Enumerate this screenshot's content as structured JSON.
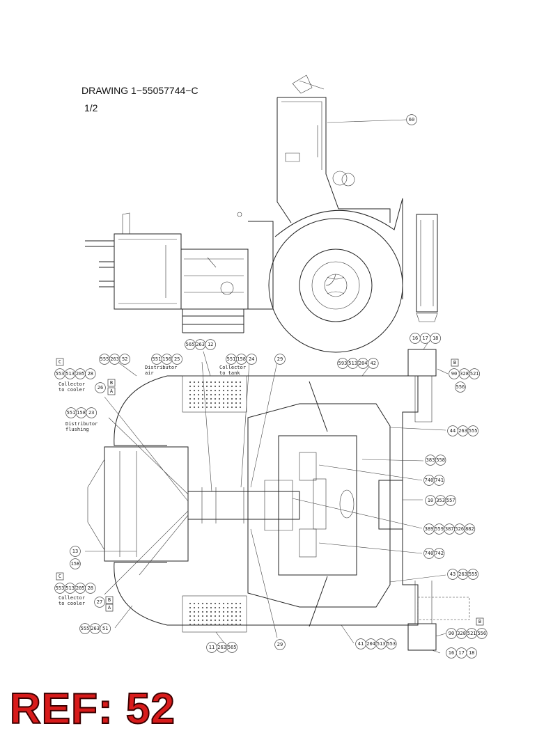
{
  "drawing": {
    "title": "DRAWING 1−55057744−C",
    "sheet": "1/2"
  },
  "ref_badge": "REF: 52",
  "colors": {
    "ref_fill": "#d81b1b",
    "line": "#222222"
  },
  "callout_groups": [
    {
      "id": "g60",
      "items": [
        "60"
      ]
    },
    {
      "id": "g565-263-12",
      "items": [
        "565",
        "263",
        "12"
      ]
    },
    {
      "id": "g555-263-52",
      "items": [
        "555",
        "263",
        "52"
      ]
    },
    {
      "id": "g551-156-25",
      "items": [
        "551",
        "156",
        "25"
      ]
    },
    {
      "id": "g551-158-24",
      "items": [
        "551",
        "158",
        "24"
      ]
    },
    {
      "id": "g29-top",
      "items": [
        "29"
      ]
    },
    {
      "id": "g553-513-205-28-top",
      "items": [
        "553",
        "513",
        "205",
        "28"
      ]
    },
    {
      "id": "g26",
      "items": [
        "26"
      ]
    },
    {
      "id": "g551-158-23",
      "items": [
        "551",
        "158",
        "23"
      ]
    },
    {
      "id": "g593-513-204-42",
      "items": [
        "593",
        "513",
        "204",
        "42"
      ]
    },
    {
      "id": "g16-17-18-top",
      "items": [
        "16",
        "17",
        "18"
      ]
    },
    {
      "id": "g90-328-521-top",
      "items": [
        "90",
        "328",
        "521"
      ]
    },
    {
      "id": "g556-top",
      "items": [
        "556"
      ]
    },
    {
      "id": "g44-263-555",
      "items": [
        "44",
        "263",
        "555"
      ]
    },
    {
      "id": "g383-558",
      "items": [
        "383",
        "558"
      ]
    },
    {
      "id": "g740-741",
      "items": [
        "740",
        "741"
      ]
    },
    {
      "id": "g10-353-557",
      "items": [
        "10",
        "353",
        "557"
      ]
    },
    {
      "id": "g389-559-387-526-882",
      "items": [
        "389",
        "559",
        "387",
        "526",
        "882"
      ]
    },
    {
      "id": "g740-742",
      "items": [
        "740",
        "742"
      ]
    },
    {
      "id": "g43-263-555",
      "items": [
        "43",
        "263",
        "555"
      ]
    },
    {
      "id": "g13",
      "items": [
        "13"
      ]
    },
    {
      "id": "g158",
      "items": [
        "158"
      ]
    },
    {
      "id": "g553-513-205-28-bot",
      "items": [
        "553",
        "513",
        "205",
        "28"
      ]
    },
    {
      "id": "g27",
      "items": [
        "27"
      ]
    },
    {
      "id": "g555-263-51",
      "items": [
        "555",
        "263",
        "51"
      ]
    },
    {
      "id": "g11-263-565",
      "items": [
        "11",
        "263",
        "565"
      ]
    },
    {
      "id": "g29-bot",
      "items": [
        "29"
      ]
    },
    {
      "id": "g41-204-513-553",
      "items": [
        "41",
        "204",
        "513",
        "553"
      ]
    },
    {
      "id": "g90-328-521-556-bot",
      "items": [
        "90",
        "328",
        "521",
        "556"
      ]
    },
    {
      "id": "g16-17-18-bot",
      "items": [
        "16",
        "17",
        "18"
      ]
    }
  ],
  "box_labels": [
    "C",
    "B",
    "A",
    "B",
    "C",
    "B",
    "A",
    "B"
  ],
  "notes": {
    "collector_cooler_top": [
      "Collector",
      "to cooler"
    ],
    "distributor_air": [
      "Distributor",
      "air"
    ],
    "collector_tank": [
      "Collector",
      "to tank"
    ],
    "distributor_flushing": [
      "Distributor",
      "flushing"
    ],
    "collector_cooler_bot": [
      "Collector",
      "to cooler"
    ]
  }
}
